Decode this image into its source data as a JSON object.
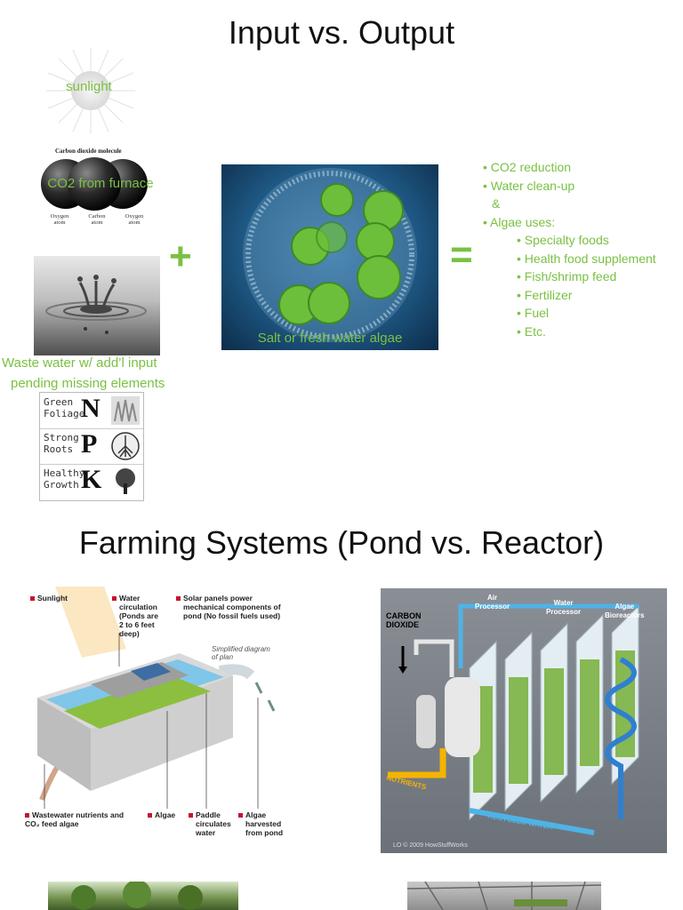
{
  "titles": {
    "input_output": "Input vs. Output",
    "farming": "Farming Systems (Pond vs. Reactor)"
  },
  "inputs": {
    "sunlight": "sunlight",
    "co2_label": "CO2 from furnace",
    "molecule_title": "Carbon dioxide molecule",
    "molecule_atoms": [
      "Oxygen atom",
      "Carbon atom",
      "Oxygen atom"
    ],
    "waste_water": "Waste water w/ add’l input",
    "pending": "pending missing elements",
    "npk": [
      {
        "word1": "Green",
        "word2": "Foliage",
        "letter": "N"
      },
      {
        "word1": "Strong",
        "word2": "Roots",
        "letter": "P"
      },
      {
        "word1": "Healthy",
        "word2": "Growth",
        "letter": "K"
      }
    ]
  },
  "operators": {
    "plus": "+",
    "equals": "="
  },
  "algae_caption": "Salt or fresh water algae",
  "outputs": {
    "top": [
      "• CO2 reduction",
      "• Water clean-up",
      "&",
      "• Algae uses:"
    ],
    "uses": [
      "• Specialty foods",
      "• Health food supplement",
      "• Fish/shrimp feed",
      "• Fertilizer",
      "• Fuel",
      "• Etc."
    ]
  },
  "pond": {
    "sunlight": "Sunlight",
    "water_circ": [
      "Water",
      "circulation",
      "(Ponds are",
      "2 to 6 feet",
      "deep)"
    ],
    "solar": [
      "Solar panels power",
      "mechanical components of",
      "pond (No fossil fuels used)"
    ],
    "simplified": [
      "Simplified diagram",
      "of plan"
    ],
    "wastewater": [
      "Wastewater nutrients and",
      "CO₂ feed algae"
    ],
    "algae": "Algae",
    "paddle": [
      "Paddle",
      "circulates",
      "water"
    ],
    "harvest": [
      "Algae",
      "harvested",
      "from pond"
    ]
  },
  "reactor": {
    "carbon": [
      "CARBON",
      "DIOXIDE"
    ],
    "air": [
      "Air",
      "Processor"
    ],
    "water": [
      "Water",
      "Processor"
    ],
    "bio": [
      "Algae",
      "Bioreactors"
    ],
    "nutrients": "NUTRIENTS",
    "recycled": "RECYCLED WATER",
    "credit": "LO © 2009 HowStuffWorks"
  },
  "colors": {
    "accent_green": "#7ac143",
    "pond_red": "#c8102e"
  }
}
